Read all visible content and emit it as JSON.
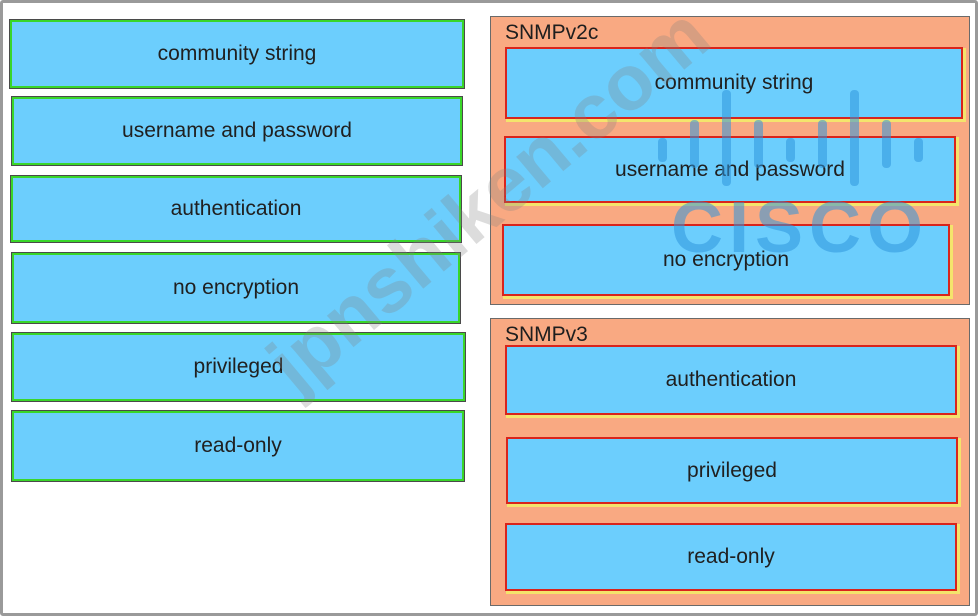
{
  "source_items": [
    {
      "label": "community string"
    },
    {
      "label": "username and password"
    },
    {
      "label": "authentication"
    },
    {
      "label": "no encryption"
    },
    {
      "label": "privileged"
    },
    {
      "label": "read-only"
    }
  ],
  "groups": [
    {
      "title": "SNMPv2c",
      "items": [
        {
          "label": "community string"
        },
        {
          "label": "username and password"
        },
        {
          "label": "no encryption"
        }
      ]
    },
    {
      "title": "SNMPv3",
      "items": [
        {
          "label": "authentication"
        },
        {
          "label": "privileged"
        },
        {
          "label": "read-only"
        }
      ]
    }
  ],
  "watermarks": {
    "site": "jpnshiken.com",
    "logo_text": "CISCO"
  },
  "colors": {
    "item_fill": "#6ccefd",
    "source_border": "#39d629",
    "target_border": "#d9241c",
    "target_shadow": "#f4e46c",
    "group_fill": "#f9a982"
  }
}
